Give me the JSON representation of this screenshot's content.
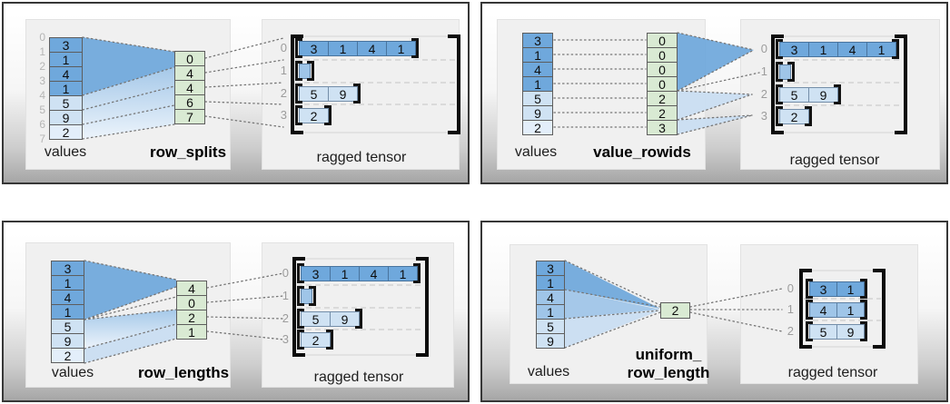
{
  "colors": {
    "dark_blue": "#6fa8dc",
    "mid_blue": "#9fc5e8",
    "light_blue": "#cfe2f3",
    "lighter_blue": "#e3eefa",
    "green": "#d9ead3"
  },
  "panels": [
    {
      "id": "row-splits",
      "values_label": "values",
      "method_label": "row_splits",
      "tensor_label": "ragged tensor",
      "values": [
        {
          "v": "3",
          "s": "dark"
        },
        {
          "v": "1",
          "s": "dark"
        },
        {
          "v": "4",
          "s": "dark"
        },
        {
          "v": "1",
          "s": "dark"
        },
        {
          "v": "5",
          "s": "light"
        },
        {
          "v": "9",
          "s": "light"
        },
        {
          "v": "2",
          "s": "lighter"
        }
      ],
      "boundary_indices": [
        "0",
        "1",
        "2",
        "3",
        "4",
        "5",
        "6",
        "7"
      ],
      "method_values": [
        "0",
        "4",
        "4",
        "6",
        "7"
      ],
      "tensor_rows": [
        {
          "index": "0",
          "cells": [
            {
              "v": "3",
              "s": "dark"
            },
            {
              "v": "1",
              "s": "dark"
            },
            {
              "v": "4",
              "s": "dark"
            },
            {
              "v": "1",
              "s": "dark"
            }
          ]
        },
        {
          "index": "1",
          "cells": []
        },
        {
          "index": "2",
          "cells": [
            {
              "v": "5",
              "s": "light"
            },
            {
              "v": "9",
              "s": "light"
            }
          ]
        },
        {
          "index": "3",
          "cells": [
            {
              "v": "2",
              "s": "light"
            }
          ]
        }
      ]
    },
    {
      "id": "value-rowids",
      "values_label": "values",
      "method_label": "value_rowids",
      "tensor_label": "ragged tensor",
      "values": [
        {
          "v": "3",
          "s": "dark"
        },
        {
          "v": "1",
          "s": "dark"
        },
        {
          "v": "4",
          "s": "dark"
        },
        {
          "v": "1",
          "s": "dark"
        },
        {
          "v": "5",
          "s": "light"
        },
        {
          "v": "9",
          "s": "light"
        },
        {
          "v": "2",
          "s": "lighter"
        }
      ],
      "method_values": [
        "0",
        "0",
        "0",
        "0",
        "2",
        "2",
        "3"
      ],
      "tensor_rows": [
        {
          "index": "0",
          "cells": [
            {
              "v": "3",
              "s": "dark"
            },
            {
              "v": "1",
              "s": "dark"
            },
            {
              "v": "4",
              "s": "dark"
            },
            {
              "v": "1",
              "s": "dark"
            }
          ]
        },
        {
          "index": "1",
          "cells": []
        },
        {
          "index": "2",
          "cells": [
            {
              "v": "5",
              "s": "light"
            },
            {
              "v": "9",
              "s": "light"
            }
          ]
        },
        {
          "index": "3",
          "cells": [
            {
              "v": "2",
              "s": "light"
            }
          ]
        }
      ]
    },
    {
      "id": "row-lengths",
      "values_label": "values",
      "method_label": "row_lengths",
      "tensor_label": "ragged tensor",
      "values": [
        {
          "v": "3",
          "s": "dark"
        },
        {
          "v": "1",
          "s": "dark"
        },
        {
          "v": "4",
          "s": "dark"
        },
        {
          "v": "1",
          "s": "dark"
        },
        {
          "v": "5",
          "s": "light"
        },
        {
          "v": "9",
          "s": "light"
        },
        {
          "v": "2",
          "s": "lighter"
        }
      ],
      "method_values": [
        "4",
        "0",
        "2",
        "1"
      ],
      "tensor_rows": [
        {
          "index": "0",
          "cells": [
            {
              "v": "3",
              "s": "dark"
            },
            {
              "v": "1",
              "s": "dark"
            },
            {
              "v": "4",
              "s": "dark"
            },
            {
              "v": "1",
              "s": "dark"
            }
          ]
        },
        {
          "index": "1",
          "cells": []
        },
        {
          "index": "2",
          "cells": [
            {
              "v": "5",
              "s": "light"
            },
            {
              "v": "9",
              "s": "light"
            }
          ]
        },
        {
          "index": "3",
          "cells": [
            {
              "v": "2",
              "s": "light"
            }
          ]
        }
      ]
    },
    {
      "id": "uniform-row-length",
      "values_label": "values",
      "method_label": "uniform_\nrow_length",
      "tensor_label": "ragged tensor",
      "values": [
        {
          "v": "3",
          "s": "dark"
        },
        {
          "v": "1",
          "s": "dark"
        },
        {
          "v": "4",
          "s": "mid"
        },
        {
          "v": "1",
          "s": "mid"
        },
        {
          "v": "5",
          "s": "light"
        },
        {
          "v": "9",
          "s": "light"
        }
      ],
      "method_values": [
        "2"
      ],
      "tensor_rows": [
        {
          "index": "0",
          "cells": [
            {
              "v": "3",
              "s": "dark"
            },
            {
              "v": "1",
              "s": "dark"
            }
          ]
        },
        {
          "index": "1",
          "cells": [
            {
              "v": "4",
              "s": "mid"
            },
            {
              "v": "1",
              "s": "mid"
            }
          ]
        },
        {
          "index": "2",
          "cells": [
            {
              "v": "5",
              "s": "light"
            },
            {
              "v": "9",
              "s": "light"
            }
          ]
        }
      ]
    }
  ]
}
